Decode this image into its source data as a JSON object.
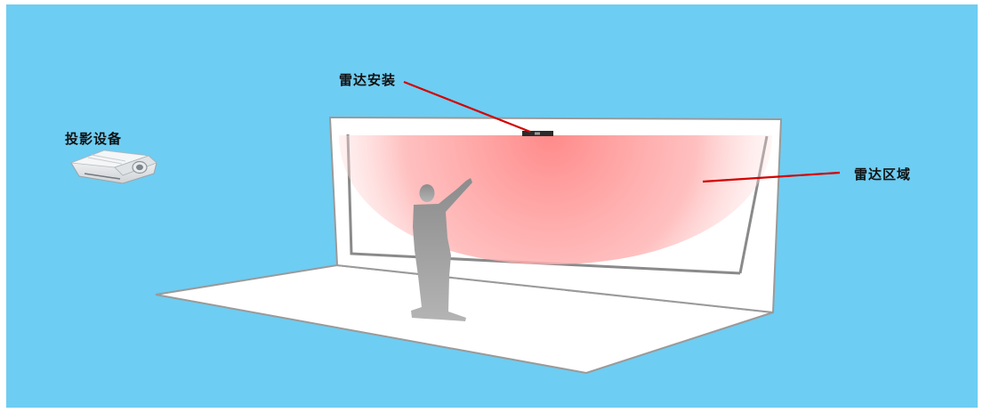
{
  "labels": {
    "projector": "投影设备",
    "radar_install": "雷达安装",
    "radar_area": "雷达区域"
  },
  "colors": {
    "background": "#6ecdf2",
    "leader_line": "#d40000",
    "radar_zone": "#ff8f8f",
    "silhouette": "#9c9c9c",
    "wall": "#ffffff"
  },
  "icons": {
    "projector": "projector-icon",
    "radar_sensor": "radar-sensor-icon",
    "person": "person-silhouette"
  }
}
